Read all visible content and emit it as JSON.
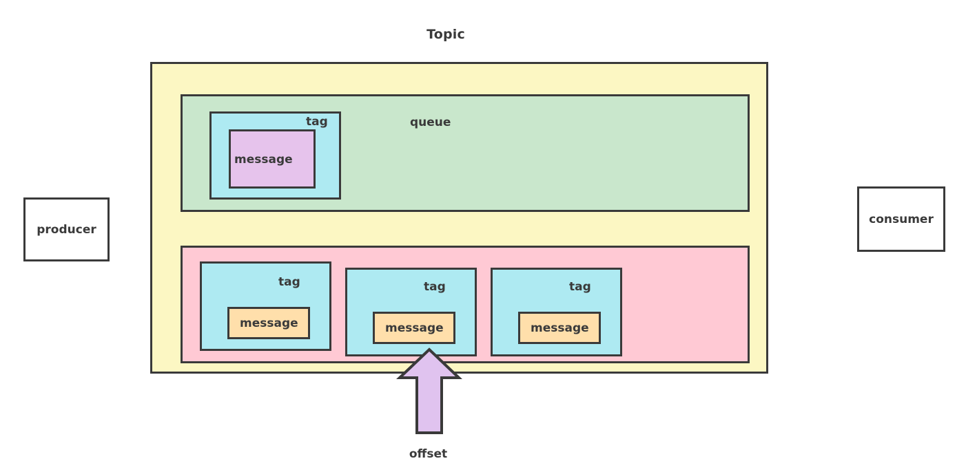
{
  "diagram": {
    "title": "Topic",
    "endpoints": {
      "producer": "producer",
      "consumer": "consumer"
    },
    "topic": {
      "label": "Topic",
      "fill": "#fcf7c3",
      "queue": {
        "label": "queue",
        "fill": "#c9e7cc",
        "tags": [
          {
            "label": "tag",
            "fill": "#aeeaf2",
            "message": {
              "label": "message",
              "fill": "#e6c3ec"
            }
          }
        ]
      },
      "partition": {
        "fill": "#ffc9d4",
        "tags": [
          {
            "label": "tag",
            "fill": "#aeeaf2",
            "message": {
              "label": "message",
              "fill": "#ffdfab"
            }
          },
          {
            "label": "tag",
            "fill": "#aeeaf2",
            "message": {
              "label": "message",
              "fill": "#ffdfab"
            }
          },
          {
            "label": "tag",
            "fill": "#aeeaf2",
            "message": {
              "label": "message",
              "fill": "#ffdfab"
            }
          }
        ]
      }
    },
    "offset": {
      "label": "offset",
      "arrow_fill": "#e0c3ef",
      "arrow_stroke": "#3a3a3a",
      "direction": "up"
    },
    "colors": {
      "stroke": "#3a3a3a",
      "background": "#ffffff",
      "text": "#3a3a3a"
    }
  }
}
